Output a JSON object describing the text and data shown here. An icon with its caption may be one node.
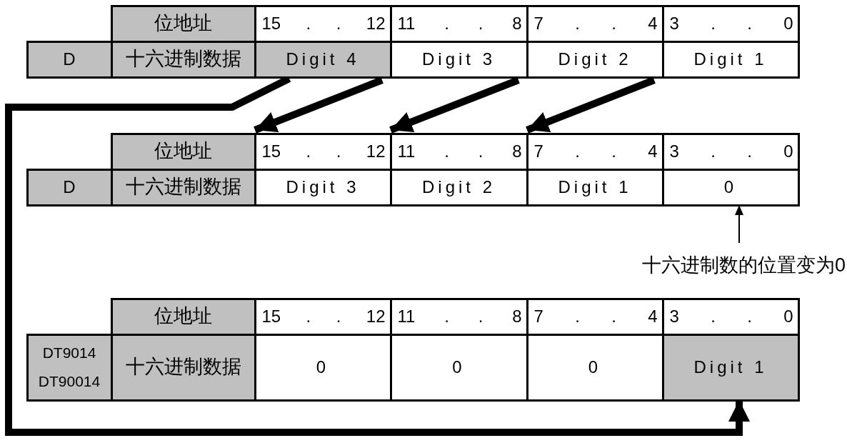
{
  "diagram": {
    "nodes": [
      {
        "text": [
          "位地址"
        ]
      },
      {
        "text": [
          "15 . . 12"
        ]
      },
      {
        "text": [
          "11 . . 8"
        ]
      },
      {
        "text": [
          "7 . . 4"
        ]
      },
      {
        "text": [
          "3 . . 0"
        ]
      },
      {
        "text": [
          "D"
        ]
      },
      {
        "text": [
          "十六进制数据"
        ]
      },
      {
        "text": [
          "Digit 4"
        ]
      },
      {
        "text": [
          "Digit 3"
        ]
      },
      {
        "text": [
          "Digit 2"
        ]
      },
      {
        "text": [
          "Digit 1"
        ]
      },
      {
        "text": [
          "位地址"
        ]
      },
      {
        "text": [
          "15 . . 12"
        ]
      },
      {
        "text": [
          "11 . . 8"
        ]
      },
      {
        "text": [
          "7 . . 4"
        ]
      },
      {
        "text": [
          "3 . . 0"
        ]
      },
      {
        "text": [
          "D"
        ]
      },
      {
        "text": [
          "十六进制数据"
        ]
      },
      {
        "text": [
          "Digit 3"
        ]
      },
      {
        "text": [
          "Digit 2"
        ]
      },
      {
        "text": [
          "Digit 1"
        ]
      },
      {
        "text": [
          "0"
        ]
      },
      {
        "text": [
          "十六进制数的位置变为0"
        ]
      },
      {
        "text": [
          "位地址"
        ]
      },
      {
        "text": [
          "15 . . 12"
        ]
      },
      {
        "text": [
          "11 . . 8"
        ]
      },
      {
        "text": [
          "7 . . 4"
        ]
      },
      {
        "text": [
          "3 . . 0"
        ]
      },
      {
        "text": [
          "DT9014",
          "DT90014"
        ]
      },
      {
        "text": [
          "十六进制数据"
        ]
      },
      {
        "text": [
          "0"
        ]
      },
      {
        "text": [
          "0"
        ]
      },
      {
        "text": [
          "0"
        ]
      },
      {
        "text": [
          "Digit 1"
        ]
      }
    ],
    "edges": [
      {
        "from": 7,
        "to": 33,
        "arrow": "to"
      },
      {
        "from": 8,
        "to": 12,
        "arrow": "to"
      },
      {
        "from": 9,
        "to": 13,
        "arrow": "to"
      },
      {
        "from": 10,
        "to": 14,
        "arrow": "to"
      },
      {
        "from": 22,
        "to": 21,
        "arrow": "to"
      }
    ]
  }
}
